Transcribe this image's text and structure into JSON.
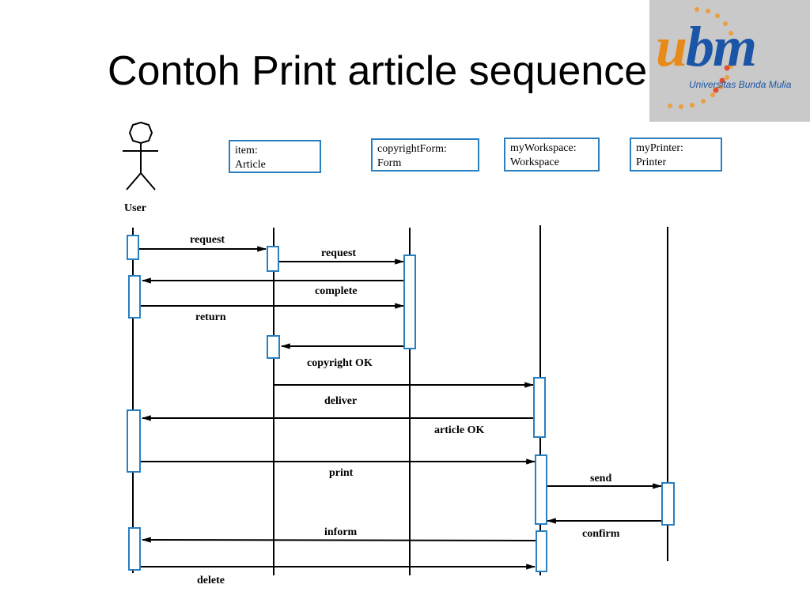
{
  "slide": {
    "title": "Contoh Print article sequence"
  },
  "logo": {
    "main_text": "ubm",
    "main_text_first": "u",
    "main_text_rest": "bm",
    "sub_text": "Universitas Bunda Mulia",
    "colors": {
      "background": "#c9c9c9",
      "primary": "#1a55a8",
      "accent": "#e88a1a"
    }
  },
  "diagram": {
    "actor": {
      "name": "User"
    },
    "objects": [
      {
        "name_line1": "item:",
        "name_line2": "Article"
      },
      {
        "name_line1": "copyrightForm:",
        "name_line2": "Form"
      },
      {
        "name_line1": "myWorkspace:",
        "name_line2": "Workspace"
      },
      {
        "name_line1": "myPrinter:",
        "name_line2": "Printer"
      }
    ],
    "messages": [
      {
        "label": "request"
      },
      {
        "label": "request"
      },
      {
        "label": "complete"
      },
      {
        "label": "return"
      },
      {
        "label": "copyright OK"
      },
      {
        "label": "deliver"
      },
      {
        "label": "article OK"
      },
      {
        "label": "print"
      },
      {
        "label": "send"
      },
      {
        "label": "confirm"
      },
      {
        "label": "inform"
      },
      {
        "label": "delete"
      }
    ],
    "colors": {
      "activation": "#2a7fc1",
      "line": "#000000"
    }
  }
}
